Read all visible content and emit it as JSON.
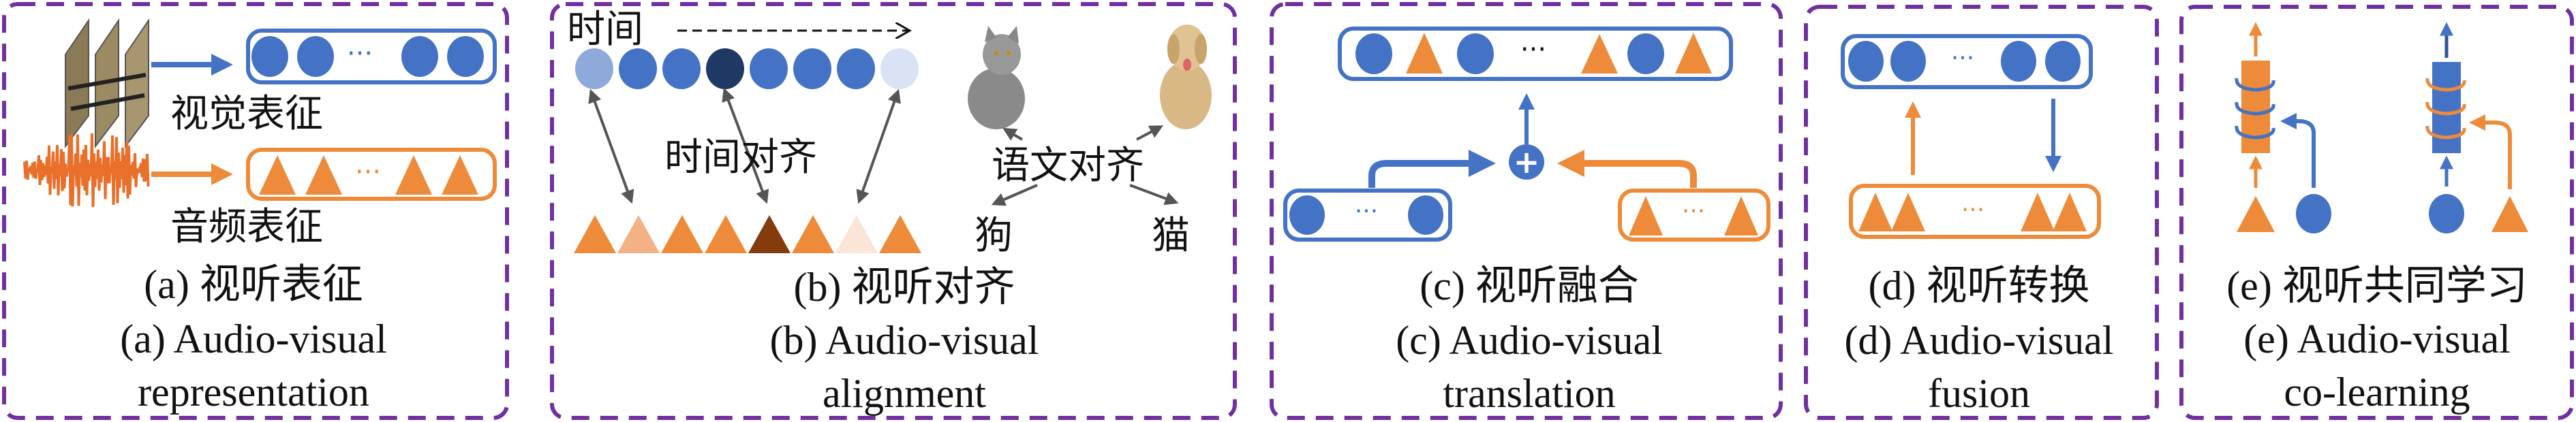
{
  "colors": {
    "blue": "#4472c4",
    "orange": "#ed8b3a",
    "panel_border": "#7030a0"
  },
  "panel_a": {
    "visual_label": "视觉表征",
    "audio_label": "音频表征",
    "ellipsis": "···",
    "caption_zh": "(a) 视听表征",
    "caption_en_1": "(a) Audio-visual",
    "caption_en_2": "representation"
  },
  "panel_b": {
    "time_label": "时间",
    "temporal_alignment": "时间对齐",
    "semantic_alignment": "语文对齐",
    "dog": "狗",
    "cat": "猫",
    "circle_colors": [
      "#8eaadb",
      "#4472c4",
      "#4472c4",
      "#1f3864",
      "#4472c4",
      "#4472c4",
      "#4472c4",
      "#dae3f3"
    ],
    "triangle_colors": [
      "#ed8b3a",
      "#f4b183",
      "#ed8b3a",
      "#ed8b3a",
      "#843c0c",
      "#ed8b3a",
      "#fbe5d6",
      "#ed8b3a"
    ],
    "caption_zh": "(b) 视听对齐",
    "caption_en_1": "(b) Audio-visual",
    "caption_en_2": "alignment"
  },
  "panel_c": {
    "ellipsis": "···",
    "plus": "+",
    "caption_zh": "(c) 视听融合",
    "caption_en_1": "(c) Audio-visual",
    "caption_en_2": "translation"
  },
  "panel_d": {
    "ellipsis": "···",
    "caption_zh": "(d) 视听转换",
    "caption_en_1": "(d) Audio-visual",
    "caption_en_2": "fusion"
  },
  "panel_e": {
    "caption_zh": "(e) 视听共同学习",
    "caption_en_1": "(e) Audio-visual",
    "caption_en_2": "co-learning"
  }
}
